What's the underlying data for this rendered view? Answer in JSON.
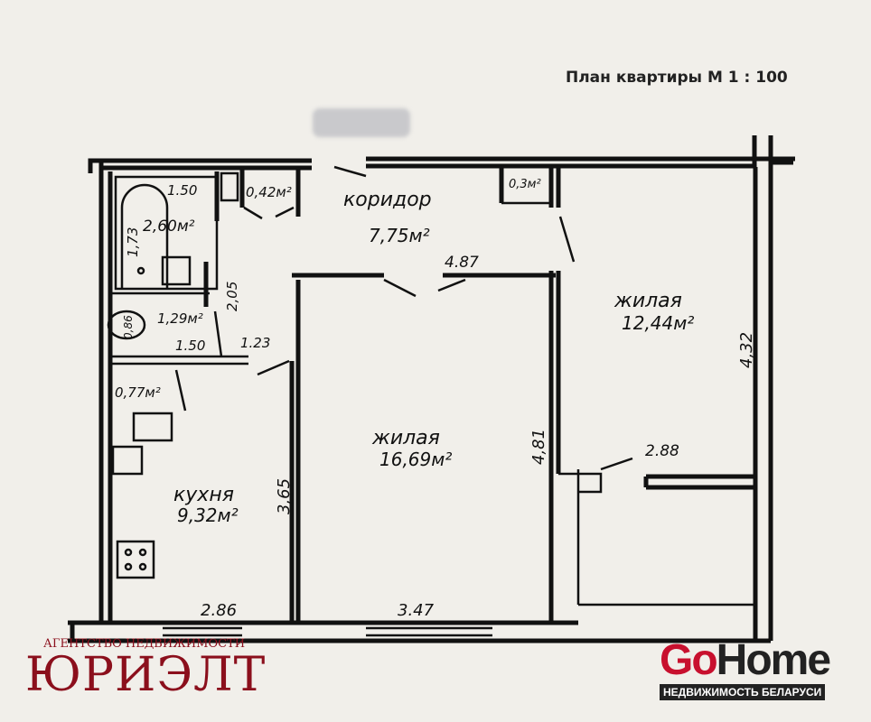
{
  "title": "План квартиры М 1 : 100",
  "rooms": {
    "corridor": {
      "name": "коридор",
      "area": "7,75м²"
    },
    "living_small": {
      "name": "жилая",
      "area": "12,44м²"
    },
    "living_big": {
      "name": "жилая",
      "area": "16,69м²"
    },
    "kitchen": {
      "name": "кухня",
      "area": "9,32м²"
    },
    "bath": {
      "area": "2,60м²"
    },
    "wc": {
      "area": "1,29м²"
    },
    "closet1": {
      "area": "0,42м²"
    },
    "closet2": {
      "area": "0,3м²"
    },
    "hall": {
      "area": "0,77м²"
    }
  },
  "dims": {
    "corridor_len": "4.87",
    "living_small_h": "4,32",
    "living_big_h": "4,81",
    "balcony_w": "2.88",
    "kitchen_h": "3,65",
    "kitchen_w": "2.86",
    "living_big_w": "3.47",
    "bath_w": "1.50",
    "bath_h": "1,73",
    "bath_side": "2,05",
    "wc_h": "0,86",
    "wc_w": "1.50",
    "door_w": "1.23"
  },
  "branding": {
    "agency_sub": "АГЕНТСТВО НЕДВИЖИМОСТИ",
    "agency_name": "ЮРИЭЛТ",
    "gohome_go": "Go",
    "gohome_home": "Home",
    "gohome_tag": "НЕДВИЖИМОСТЬ БЕЛАРУСИ"
  }
}
